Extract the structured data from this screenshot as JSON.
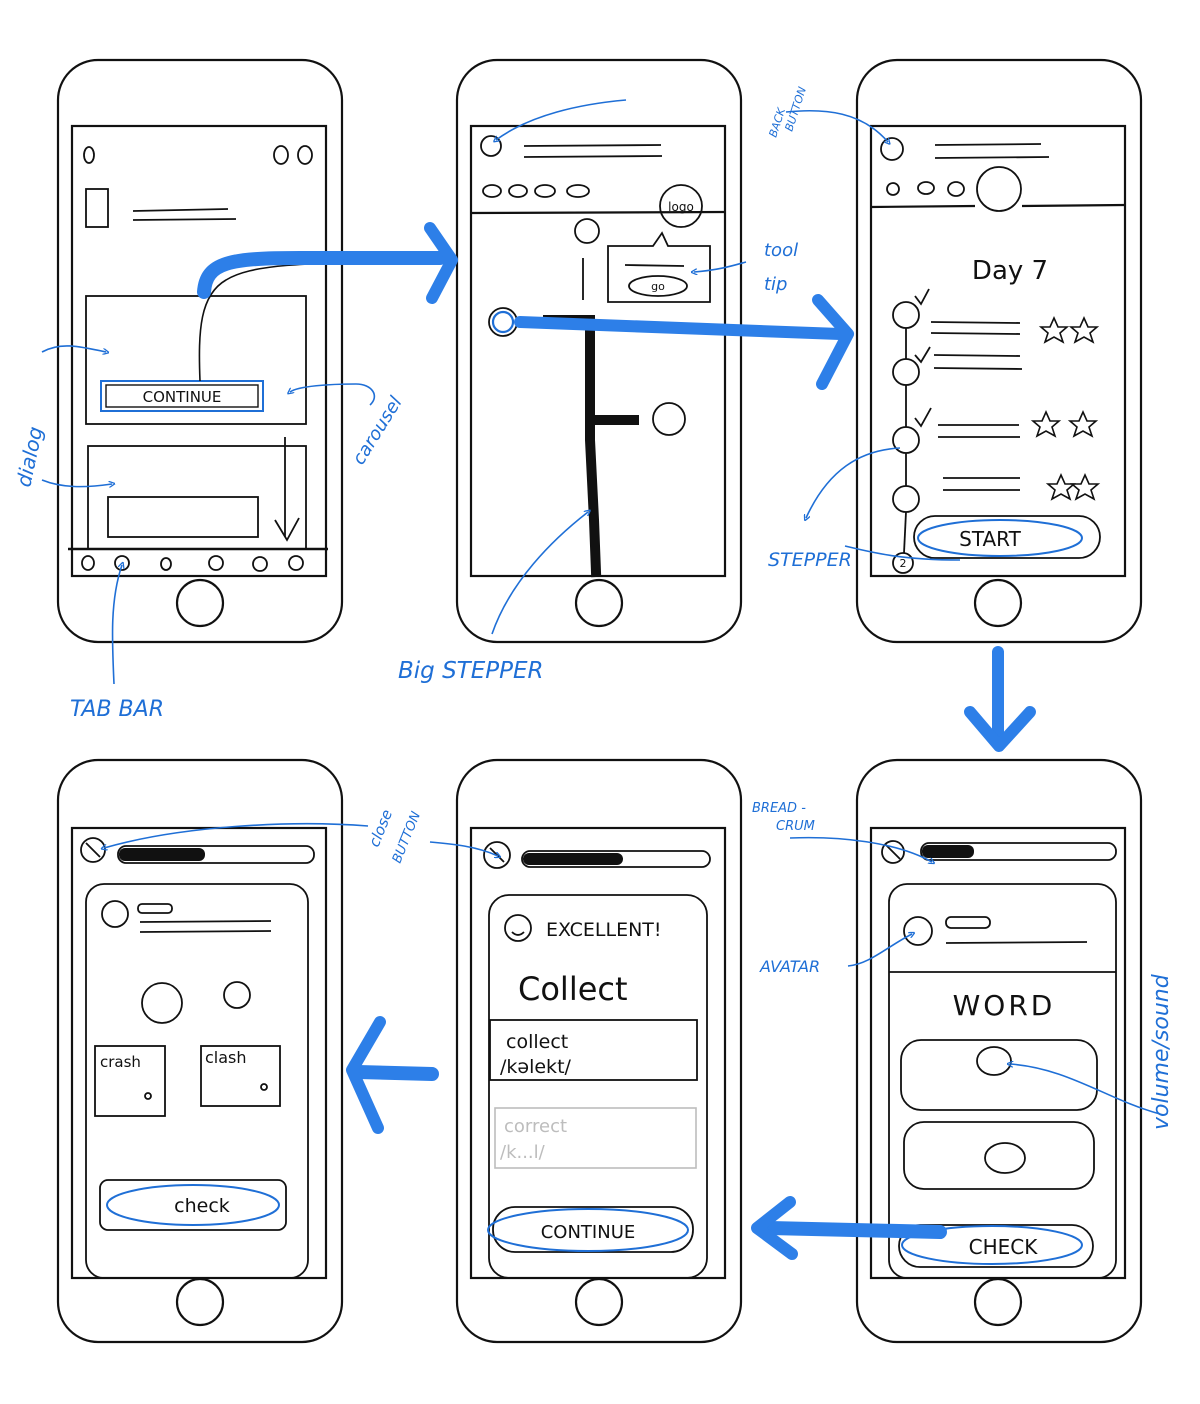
{
  "colors": {
    "ink": "#111111",
    "annotation": "#1f6fd6",
    "flow_arrow": "#2d7fe8",
    "disabled": "#bdbdbd",
    "heavy": "#111111"
  },
  "annotations": {
    "dialog": "dialog",
    "carousel": "carousel",
    "tab_bar": "TAB BAR",
    "big_stepper": "Big STEPPER",
    "tool_tip_1": "tool",
    "tool_tip_2": "tip",
    "back_button_1": "BACK",
    "back_button_2": "BUTTON",
    "stepper": "STEPPER",
    "close_button_1": "close",
    "close_button_2": "BUTTON",
    "breadcrumb_1": "BREAD -",
    "breadcrumb_2": "CRUM",
    "avatar": "AVATAR",
    "volume_sound": "volume/sound"
  },
  "screens": {
    "s1": {
      "continue_label": "CONTINUE"
    },
    "s2": {
      "logo_label": "logo",
      "tooltip_button": "go"
    },
    "s3": {
      "day_title": "Day 7",
      "start_label": "START",
      "step_number": "2"
    },
    "s4": {
      "word": "WORD",
      "check_label": "CHECK"
    },
    "s5": {
      "excellent": "EXCELLENT!",
      "word": "Collect",
      "answer_line1": "collect",
      "answer_line2": "/kəlekt/",
      "disabled_line1": "correct",
      "disabled_line2": "/k...l/",
      "continue_label": "CONTINUE"
    },
    "s6": {
      "option1": "crash",
      "option2": "clash",
      "check_label": "check"
    }
  }
}
